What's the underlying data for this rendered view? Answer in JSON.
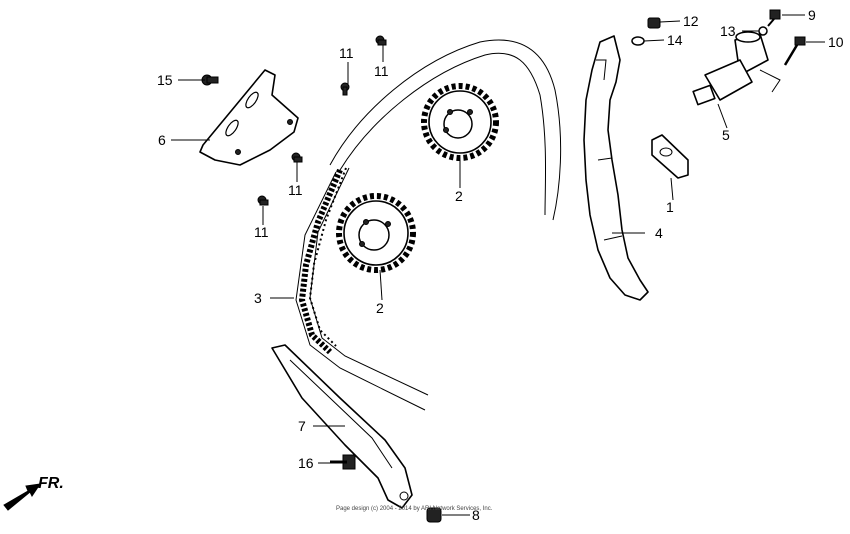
{
  "callouts": {
    "c1": "1",
    "c2a": "2",
    "c2b": "2",
    "c3": "3",
    "c4": "4",
    "c5": "5",
    "c6": "6",
    "c7": "7",
    "c8": "8",
    "c9": "9",
    "c10": "10",
    "c11a": "11",
    "c11b": "11",
    "c11c": "11",
    "c11d": "11",
    "c12": "12",
    "c13": "13",
    "c14": "14",
    "c15": "15",
    "c16": "16"
  },
  "direction_label": "FR.",
  "footer_text": "Page design (c) 2004 - 2014 by ARI Network Services, Inc."
}
